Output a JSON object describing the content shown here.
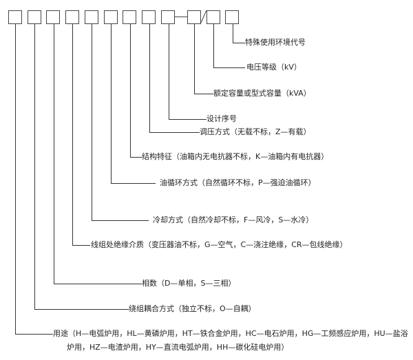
{
  "labels": {
    "special_env": "特殊使用环境代号",
    "voltage": "电压等级（kV）",
    "capacity": "额定容量或型式容量（kVA）",
    "design_no": "设计序号",
    "regulation": "调压方式（无载不标，Z—有载）",
    "structure": "结构特征（油箱内无电抗器不标，K—油箱内有电抗器）",
    "oil_circulation": "油循环方式（自然循环不标，P—强迫油循环）",
    "cooling": "冷却方式（自然冷却不标，F—风冷，S—水冷）",
    "insulation": "线组处绝缘介质（变压器油不标，G—空气，C—浇注绝缘，CR—包线绝缘）",
    "phases": "相数（D—单相，S—三相）",
    "coupling": "绕组耦合方式（独立不标，O—自耦）",
    "usage_line1": "用途（H—电弧炉用，HL—黄磷炉用，HT—铁合金炉用，HC—电石炉用，HG—工频感应炉用，HU—盐浴",
    "usage_line2": "炉用，HZ—电渣炉用，HY—直流电弧炉用，HH—碳化硅电炉用）"
  }
}
